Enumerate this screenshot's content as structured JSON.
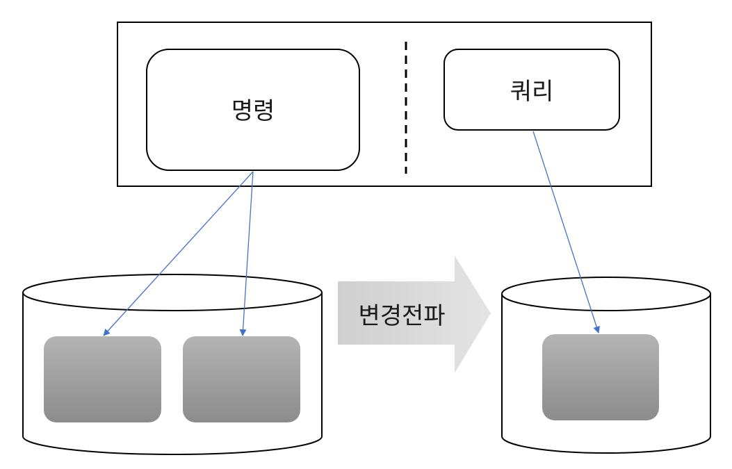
{
  "diagram": {
    "command_label": "명령",
    "query_label": "쿼리",
    "propagation_label": "변경전파"
  },
  "colors": {
    "stroke": "#000000",
    "connector": "#4472C4",
    "arrow_fill": "#d9d9d9",
    "block_top": "#b4b4b4",
    "block_bottom": "#8c8c8c"
  }
}
